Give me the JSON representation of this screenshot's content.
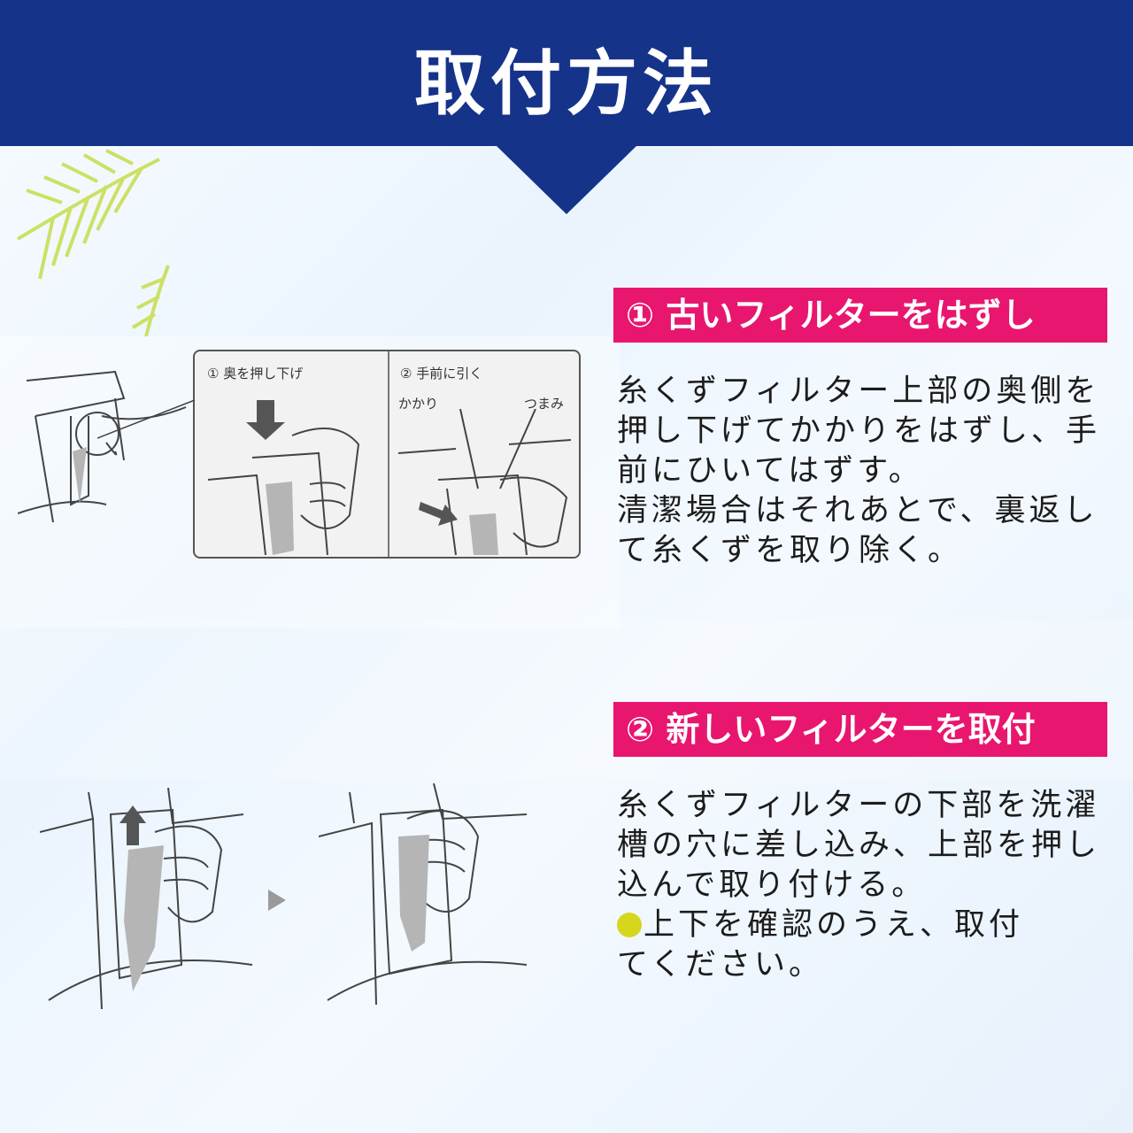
{
  "header": {
    "title": "取付方法"
  },
  "colors": {
    "header_bg": "#16338a",
    "badge_bg": "#e8166e",
    "bullet": "#d6d61c"
  },
  "step1": {
    "badge": "① 古いフィルターをはずし",
    "panel_left_label": "① 奥を押し下げ",
    "panel_right_label": "② 手前に引く",
    "label_hook": "かかり",
    "label_knob": "つまみ",
    "lines": [
      "糸くずフィルター上部の奥側を",
      "押し下げてかかりをはずし、手",
      "前にひいてはずす。",
      "清潔場合はそれあとで、裏返し",
      "て糸くずを取り除く。"
    ]
  },
  "step2": {
    "badge": "②  新しいフィルターを取付",
    "lines": [
      "糸くずフィルターの下部を洗濯",
      "槽の穴に差し込み、上部を押し",
      "込んで取り付ける。"
    ],
    "note_lines": [
      "上下を確認のうえ、取付",
      "てください。"
    ],
    "note_icon": "bullet-dot-icon"
  }
}
